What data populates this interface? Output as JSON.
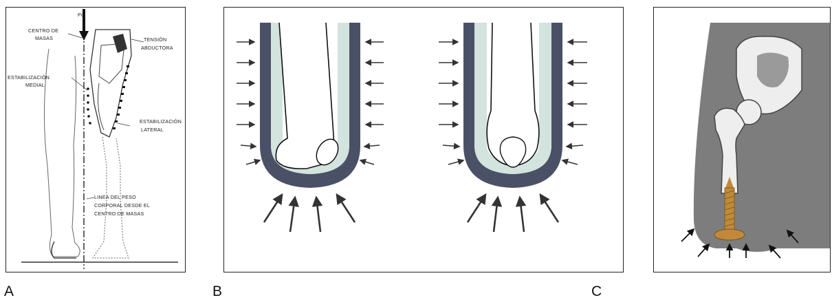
{
  "panel_labels": {
    "a": "A",
    "b": "B",
    "c": "C"
  },
  "panel_a": {
    "pc": "Pc",
    "centro_1": "CENTRO DE",
    "centro_2": "MASAS",
    "tension_1": "TENSIÓN",
    "tension_2": "ABDUCTORA",
    "estab_medial_1": "ESTABILIZACIÓN",
    "estab_medial_2": "MEDIAL",
    "estab_lateral_1": "ESTABILIZACIÓN",
    "estab_lateral_2": "LATERAL",
    "linea_1": "LINEA DEL PESO",
    "linea_2": "CORPORAL DESDE EL",
    "linea_3": "CENTRO DE MASAS"
  },
  "colors": {
    "socket_dark": "#4a5066",
    "liner_light": "#d3e3dd",
    "c_background": "#7d7d7d",
    "c_bone": "#eeeeee",
    "c_screw": "#c08a3a",
    "arrow": "#333333"
  }
}
